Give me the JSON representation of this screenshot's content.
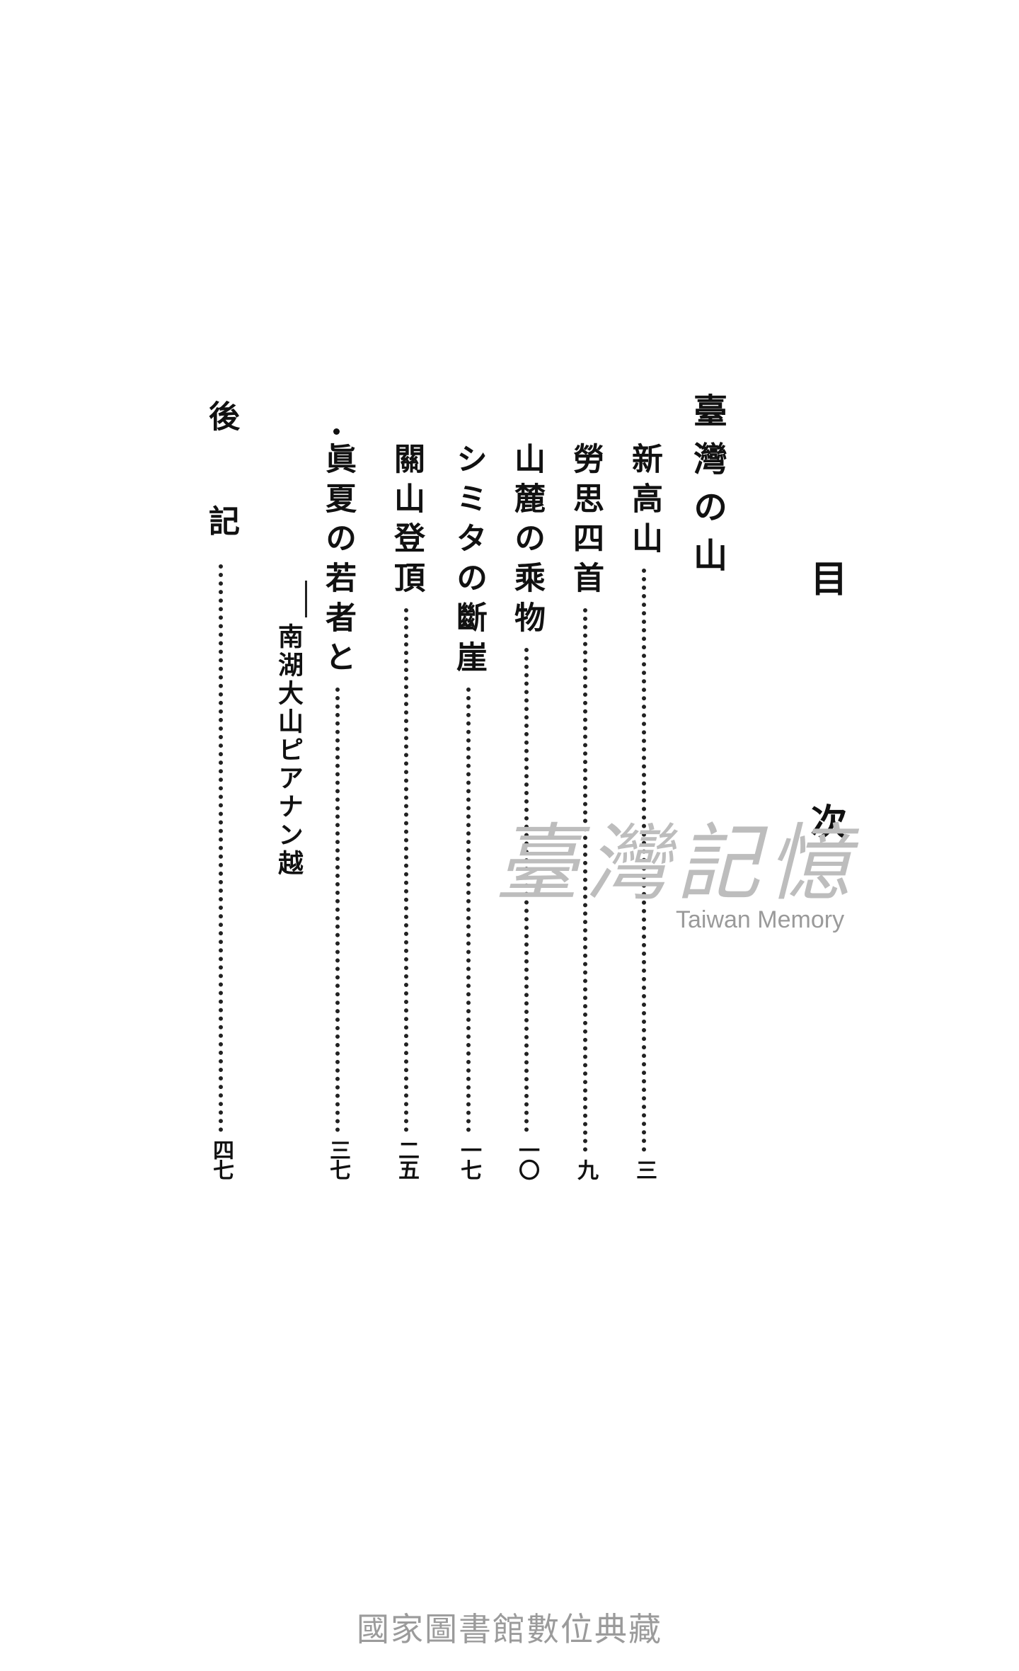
{
  "toc": {
    "title": "目　次",
    "part_title": "臺灣の山",
    "entries": [
      {
        "label": "新高山",
        "page": "三"
      },
      {
        "label": "勞思四首",
        "page": "九"
      },
      {
        "label": "山麓の乘物",
        "page": "一〇"
      },
      {
        "label": "シミタの斷崖",
        "page": "一七"
      },
      {
        "label": "關山登頂",
        "page": "二五"
      },
      {
        "label": "眞夏の若者と",
        "page": "三七"
      },
      {
        "label": "後　記",
        "page": "四七"
      }
    ],
    "subtitle": "南湖大山ピアナン越"
  },
  "watermark": {
    "cjk": "臺灣記憶",
    "english": "Taiwan Memory"
  },
  "footer": {
    "text": "國家圖書館數位典藏"
  }
}
